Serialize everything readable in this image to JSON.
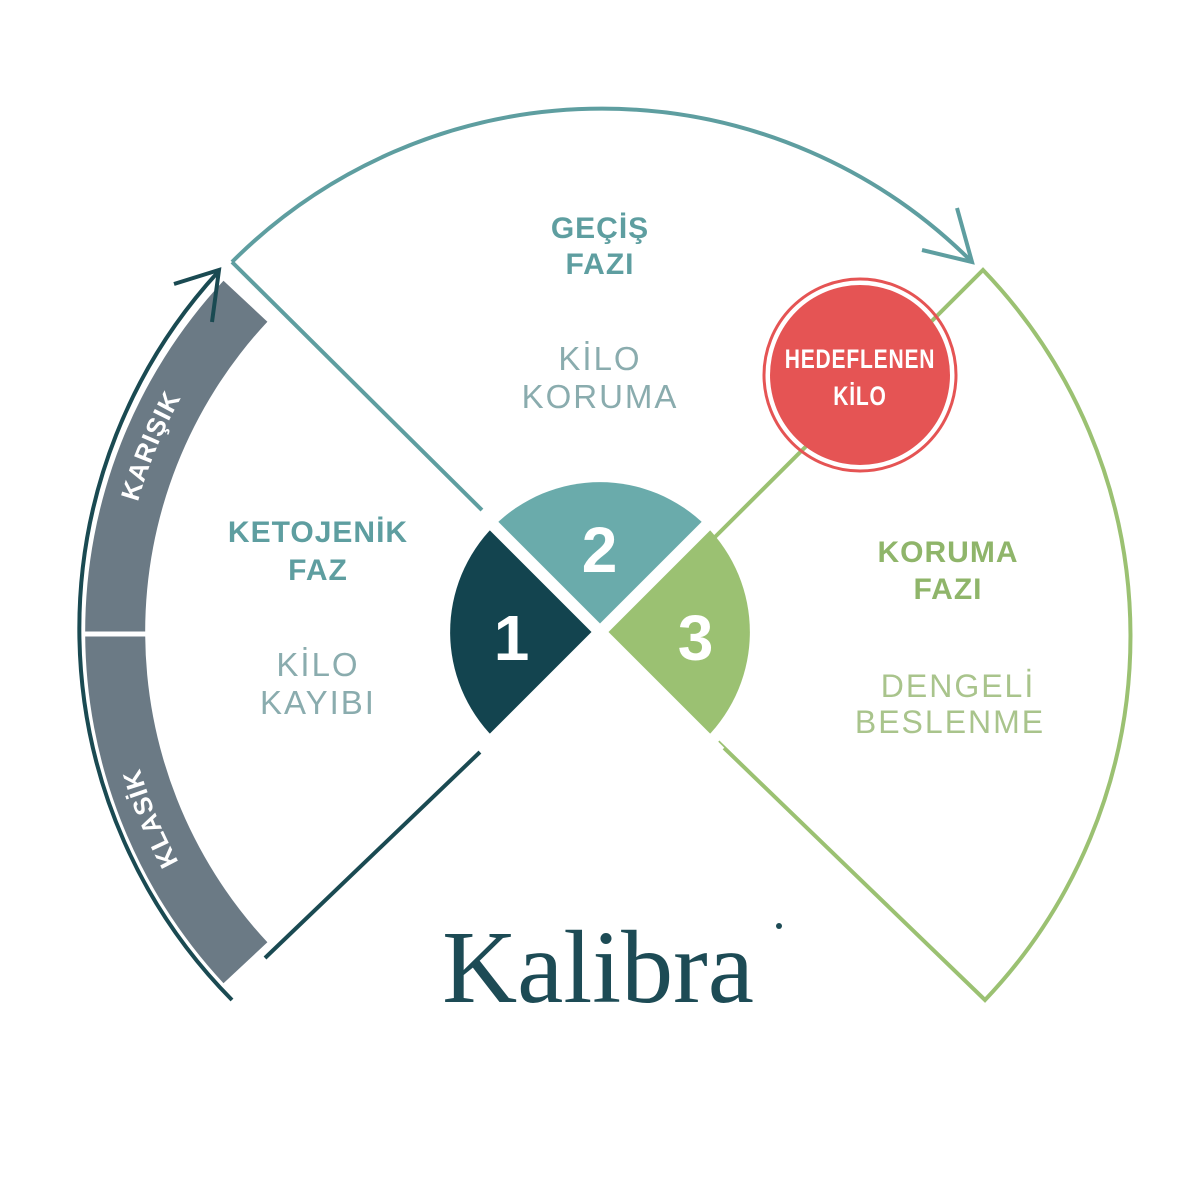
{
  "phases": [
    {
      "number": "1",
      "title_line1": "KETOJENİK",
      "title_line2": "FAZ",
      "desc_line1": "KİLO",
      "desc_line2": "KAYIBI",
      "color": "#13444f"
    },
    {
      "number": "2",
      "title_line1": "GEÇİŞ",
      "title_line2": "FAZI",
      "desc_line1": "KİLO",
      "desc_line2": "KORUMA",
      "color": "#6aabab"
    },
    {
      "number": "3",
      "title_line1": "KORUMA",
      "title_line2": "FAZI",
      "desc_line1": "DENGELİ",
      "desc_line2": "BESLENME",
      "color": "#9bc172"
    }
  ],
  "band": {
    "upper_label": "KARIŞIK",
    "lower_label": "KLASİK",
    "color": "#6b7a85"
  },
  "target": {
    "line1": "HEDEFLENEN",
    "line2": "KİLO",
    "color": "#e55454"
  },
  "logo": {
    "text": "Kalibra"
  },
  "colors": {
    "teal_text": "#5e9ea0",
    "teal_light": "#8aacae",
    "green_text": "#8fb56a",
    "green_light": "#a9c48c",
    "dark": "#1a4a52"
  }
}
